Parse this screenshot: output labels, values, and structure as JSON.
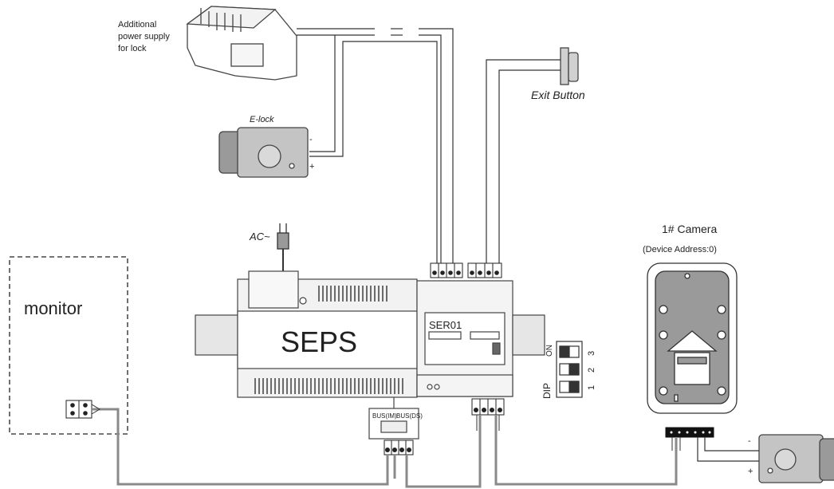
{
  "labels": {
    "power_supply": [
      "Additional",
      "power supply",
      "for lock"
    ],
    "elock": "E-lock",
    "elock_minus": "-",
    "elock_plus": "+",
    "exit_button": "Exit Button",
    "ac": "AC~",
    "seps": "SEPS",
    "ser01": "SER01",
    "monitor": "monitor",
    "camera_title": "1# Camera",
    "camera_address": "(Device Address:0)",
    "dip": "DIP",
    "dip_on": "ON",
    "dip_1": "1",
    "dip_2": "2",
    "dip_3": "3",
    "bus_im": "BUS(IM)",
    "bus_ds": "BUS(DS)",
    "lock2_minus": "-",
    "lock2_plus": "+"
  }
}
